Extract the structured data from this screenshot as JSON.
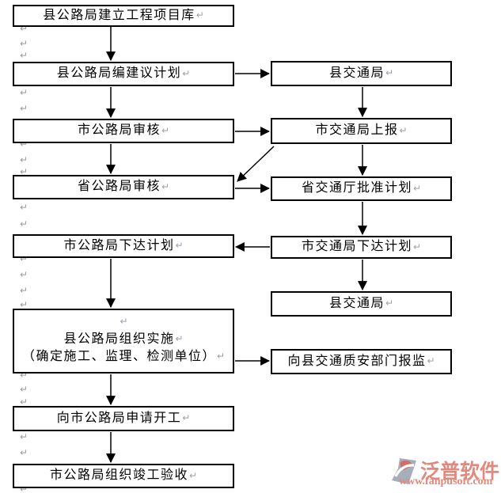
{
  "formatting_mark": "↵",
  "flowchart": {
    "type": "flowchart",
    "nodes": {
      "a1": {
        "label": "县公路局建立工程项目库"
      },
      "a2": {
        "label": "县公路局编建议计划"
      },
      "a3": {
        "label": "市公路局审核"
      },
      "a4": {
        "label": "省公路局审核"
      },
      "a5": {
        "label": "市公路局下达计划"
      },
      "a6": {
        "line1": "县公路局组织实施",
        "line2": "（确定施工、监理、检测单位）"
      },
      "a7": {
        "label": "向市公路局申请开工"
      },
      "a8": {
        "label": "市公路局组织竣工验收"
      },
      "b1": {
        "label": "县交通局"
      },
      "b2": {
        "label": "市交通局上报"
      },
      "b3": {
        "label": "省交通厅批准计划"
      },
      "b4": {
        "label": "市交通局下达计划"
      },
      "b5": {
        "label": "县交通局"
      },
      "b6": {
        "label": "向县交通质安部门报监"
      }
    },
    "edges": [
      {
        "from": "a1",
        "to": "a2"
      },
      {
        "from": "a2",
        "to": "b1"
      },
      {
        "from": "a2",
        "to": "a3"
      },
      {
        "from": "b1",
        "to": "b2"
      },
      {
        "from": "a3",
        "to": "b2"
      },
      {
        "from": "a3",
        "to": "a4"
      },
      {
        "from": "b2",
        "to": "a4"
      },
      {
        "from": "b2",
        "to": "b3"
      },
      {
        "from": "a4",
        "to": "b3"
      },
      {
        "from": "b3",
        "to": "b4"
      },
      {
        "from": "b4",
        "to": "a5"
      },
      {
        "from": "b4",
        "to": "b5"
      },
      {
        "from": "a5",
        "to": "a6"
      },
      {
        "from": "a6",
        "to": "b6"
      },
      {
        "from": "a6",
        "to": "a7"
      },
      {
        "from": "a7",
        "to": "a8"
      }
    ],
    "line_color": "#000000"
  },
  "watermark": {
    "brand": "泛普软件",
    "url": "www.fanpusoft.com",
    "brand_color": "#e2897e",
    "icon_gray": "#97a0ad",
    "icon_red": "#d4695e"
  }
}
